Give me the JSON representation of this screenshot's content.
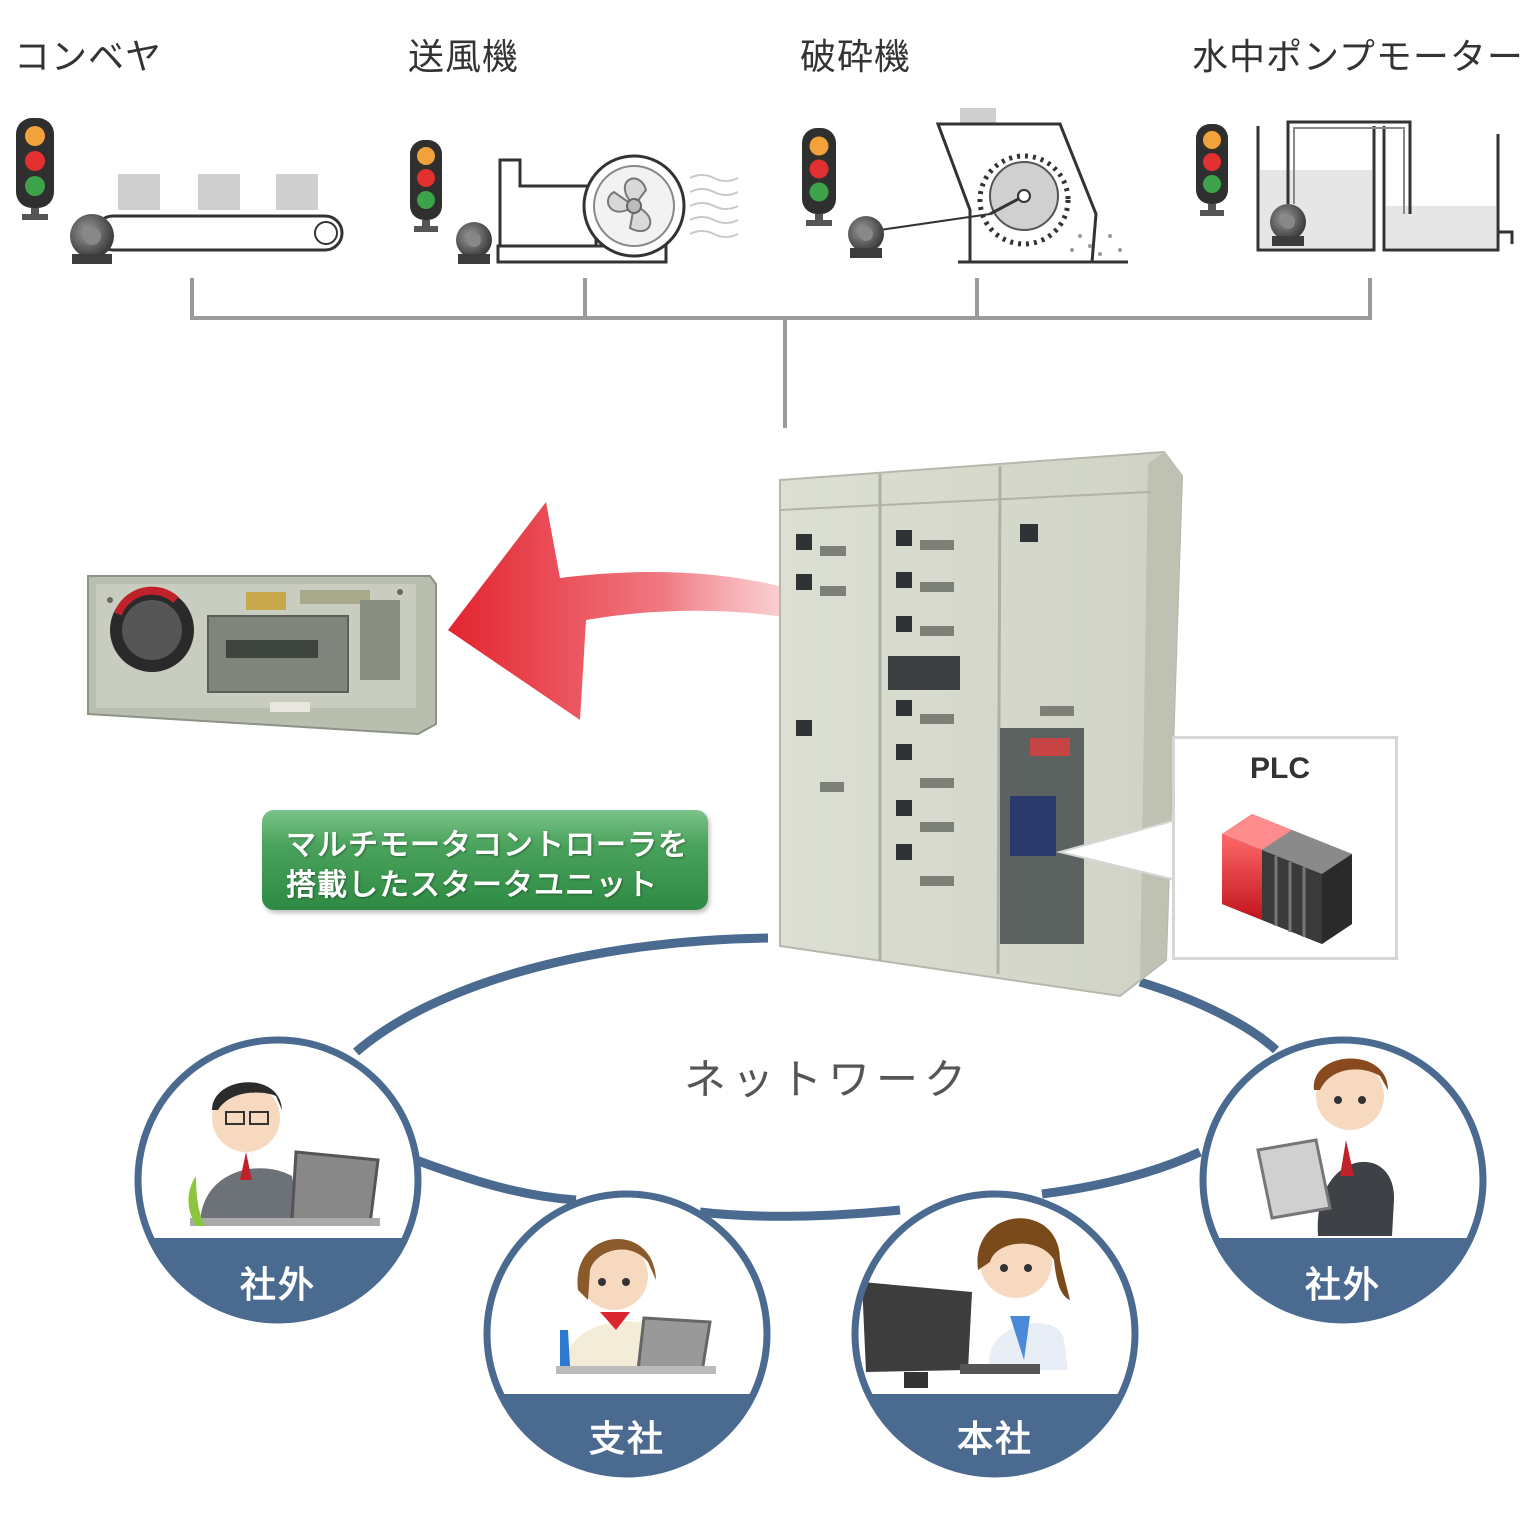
{
  "equipment": [
    {
      "label": "コンベヤ"
    },
    {
      "label": "送風機"
    },
    {
      "label": "破砕機"
    },
    {
      "label": "水中ポンプモーター"
    }
  ],
  "plc": {
    "label": "PLC"
  },
  "badge": {
    "line1": "マルチモータコントローラを",
    "line2": "搭載したスタータユニット"
  },
  "network": {
    "label": "ネットワーク"
  },
  "locations": [
    {
      "label": "社外"
    },
    {
      "label": "支社"
    },
    {
      "label": "本社"
    },
    {
      "label": "社外"
    }
  ],
  "colors": {
    "network_ring": "#4a6a90",
    "label_band": "#4a6a90",
    "arrow": "#e8323f",
    "badge_green": "#3b9a50",
    "lines": "#9a9a9a",
    "light_yellow": "#f2a23a",
    "light_red": "#e23030",
    "light_green": "#3ca34a"
  }
}
